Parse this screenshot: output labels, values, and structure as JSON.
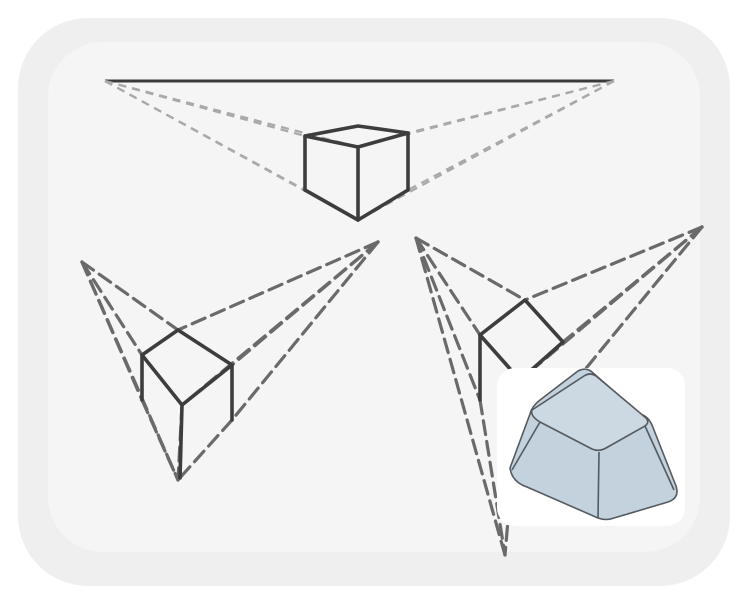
{
  "figure": {
    "description_visible_text": "",
    "colors": {
      "page_background": "#ffffff",
      "panel_background": "#f5f5f5",
      "panel_glow": "#efefef",
      "horizon_line": "#3a3a3a",
      "cube_edges": "#3d3d3d",
      "guide_lines_light": "#a9a9a9",
      "guide_lines_dark": "#6a6a6a",
      "keycap_fill": "#c3d2dc",
      "keycap_top": "#ccd9e2",
      "keycap_stroke": "#555a60",
      "keycap_card": "#ffffff"
    },
    "drawings": [
      {
        "name": "two-point-perspective-cube",
        "vanishing_points": 2
      },
      {
        "name": "three-point-perspective-cube-left",
        "vanishing_points": 3
      },
      {
        "name": "three-point-perspective-cube-right",
        "vanishing_points": 3
      },
      {
        "name": "keycap-illustration",
        "icon": "keycap-icon"
      }
    ]
  }
}
